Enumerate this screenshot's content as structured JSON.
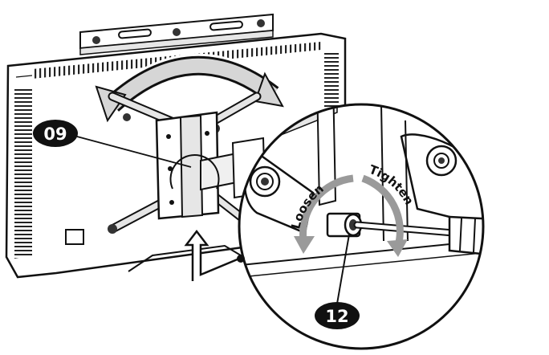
{
  "callouts": {
    "part_09": "09",
    "part_12": "12"
  },
  "labels": {
    "loosen": "Loosen",
    "tighten": "Tighten"
  },
  "colors": {
    "line": "#111111",
    "arrow_gray": "#9a9a9a",
    "light_gray": "#d8d8d8",
    "mid_gray": "#bdbdbd",
    "paper": "#ffffff"
  }
}
